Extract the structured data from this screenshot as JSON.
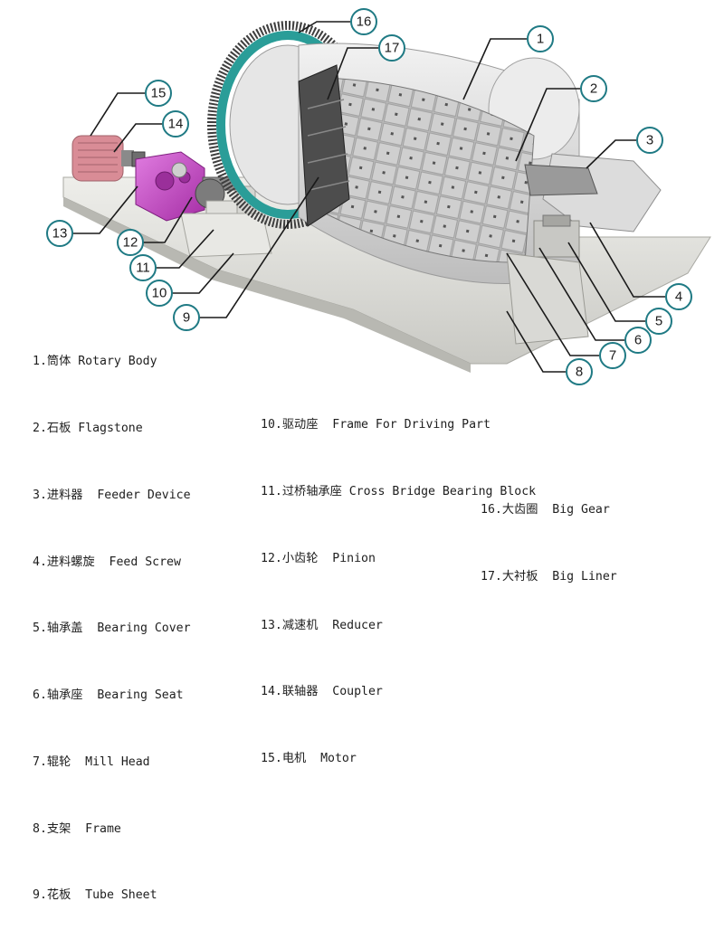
{
  "callouts": [
    {
      "number": "1"
    },
    {
      "number": "2"
    },
    {
      "number": "3"
    },
    {
      "number": "4"
    },
    {
      "number": "5"
    },
    {
      "number": "6"
    },
    {
      "number": "7"
    },
    {
      "number": "8"
    },
    {
      "number": "9"
    },
    {
      "number": "10"
    },
    {
      "number": "11"
    },
    {
      "number": "12"
    },
    {
      "number": "13"
    },
    {
      "number": "14"
    },
    {
      "number": "15"
    },
    {
      "number": "16"
    },
    {
      "number": "17"
    }
  ],
  "legend": {
    "col1": [
      "1.筒体 Rotary Body",
      "2.石板 Flagstone",
      "3.进料器  Feeder Device",
      "4.进料螺旋  Feed Screw",
      "5.轴承盖  Bearing Cover",
      "6.轴承座  Bearing Seat",
      "7.辊轮  Mill Head",
      "8.支架  Frame",
      "9.花板  Tube Sheet"
    ],
    "col2": [
      "10.驱动座  Frame For Driving Part",
      "11.过桥轴承座 Cross Bridge Bearing Block",
      "12.小齿轮  Pinion",
      "13.减速机  Reducer",
      "14.联轴器  Coupler",
      "15.电机  Motor"
    ],
    "col3": [
      "16.大齿圈  Big Gear",
      "17.大衬板  Big Liner"
    ]
  },
  "colors": {
    "callout_ring": "#1f7a84",
    "leader_line": "#1a1a1a",
    "gear_teal": "#2a9d98",
    "reducer_magenta": "#c846c8",
    "motor_pink": "#d98c96",
    "body_gray": "#d9d9d9"
  }
}
